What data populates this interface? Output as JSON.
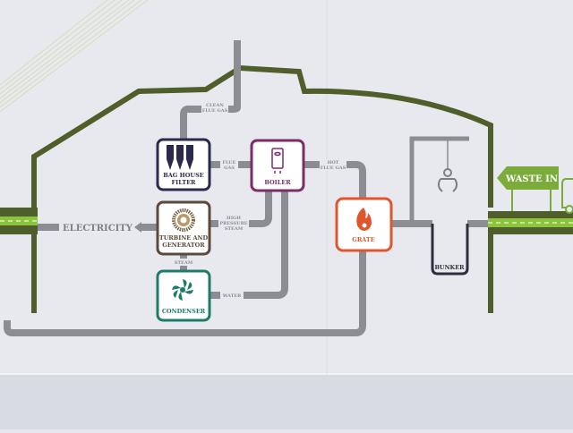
{
  "diagram": {
    "title": "Waste to energy process",
    "nodes": {
      "bag_house_filter": {
        "line1": "BAG HOUSE",
        "line2": "FILTER",
        "color": "#2b2a4c"
      },
      "boiler": {
        "label": "BOILER",
        "color": "#7c2b6b"
      },
      "turbine": {
        "line1": "TURBINE AND",
        "line2": "GENERATOR",
        "color": "#5b4a3b"
      },
      "condenser": {
        "label": "CONDENSER",
        "color": "#1f7a69"
      },
      "grate": {
        "label": "GRATE",
        "color": "#e0552b"
      },
      "bunker": {
        "label": "BUNKER"
      }
    },
    "flows": {
      "clean_flue_gas": {
        "line1": "CLEAN",
        "line2": "FLUE GAS"
      },
      "flue_gas": {
        "line1": "FLUE",
        "line2": "GAS"
      },
      "hot_flue_gas": {
        "line1": "HOT",
        "line2": "FLUE GAS"
      },
      "high_pressure_steam": {
        "line1": "HIGH",
        "line2": "PRESSURE",
        "line3": "STEAM"
      },
      "steam": "STEAM",
      "water": "WATER",
      "electricity": "ELECTRICITY"
    },
    "sign": {
      "label": "WASTE IN",
      "color": "#7bab3b"
    },
    "colors": {
      "building": "#4f5e2b",
      "pipe": "#8b8d93",
      "road_stripe": "#8cc43e"
    }
  }
}
